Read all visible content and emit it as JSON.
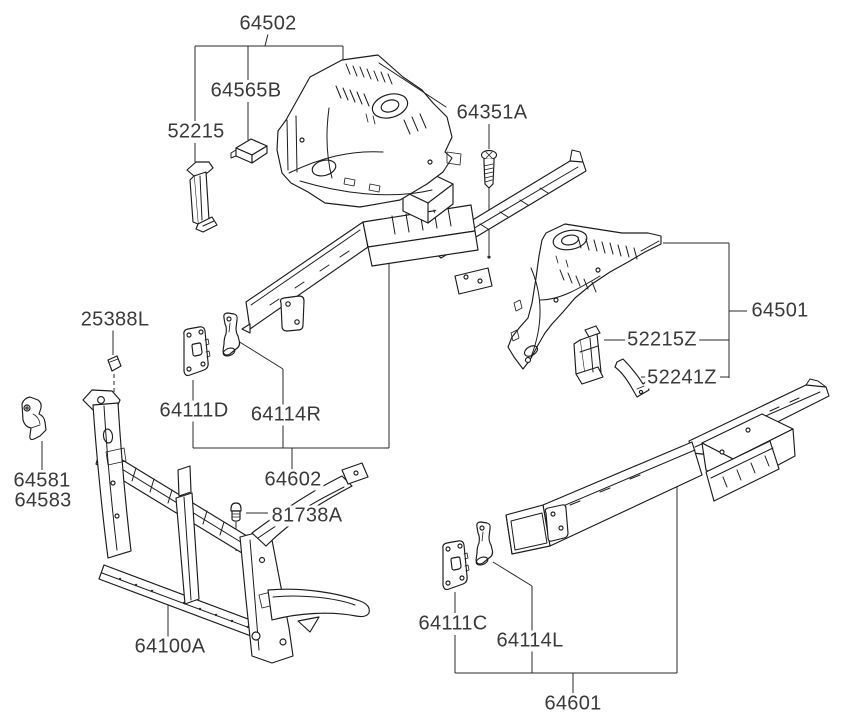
{
  "diagram": {
    "type": "exploded-parts-diagram",
    "subject": "front fender apron and radiator support panels",
    "colors": {
      "background": "#ffffff",
      "line": "#1c1c1c",
      "label_text": "#3a3a3a"
    },
    "labels": {
      "l64502": "64502",
      "l64565B": "64565B",
      "l52215": "52215",
      "l64351A": "64351A",
      "l64501": "64501",
      "l52215Z": "52215Z",
      "l52241Z": "52241Z",
      "l25388L": "25388L",
      "l64111D": "64111D",
      "l64114R": "64114R",
      "l64602": "64602",
      "l64581": "64581",
      "l64583": "64583",
      "l81738A": "81738A",
      "l64100A": "64100A",
      "l64111C": "64111C",
      "l64114L": "64114L",
      "l64601": "64601"
    }
  }
}
